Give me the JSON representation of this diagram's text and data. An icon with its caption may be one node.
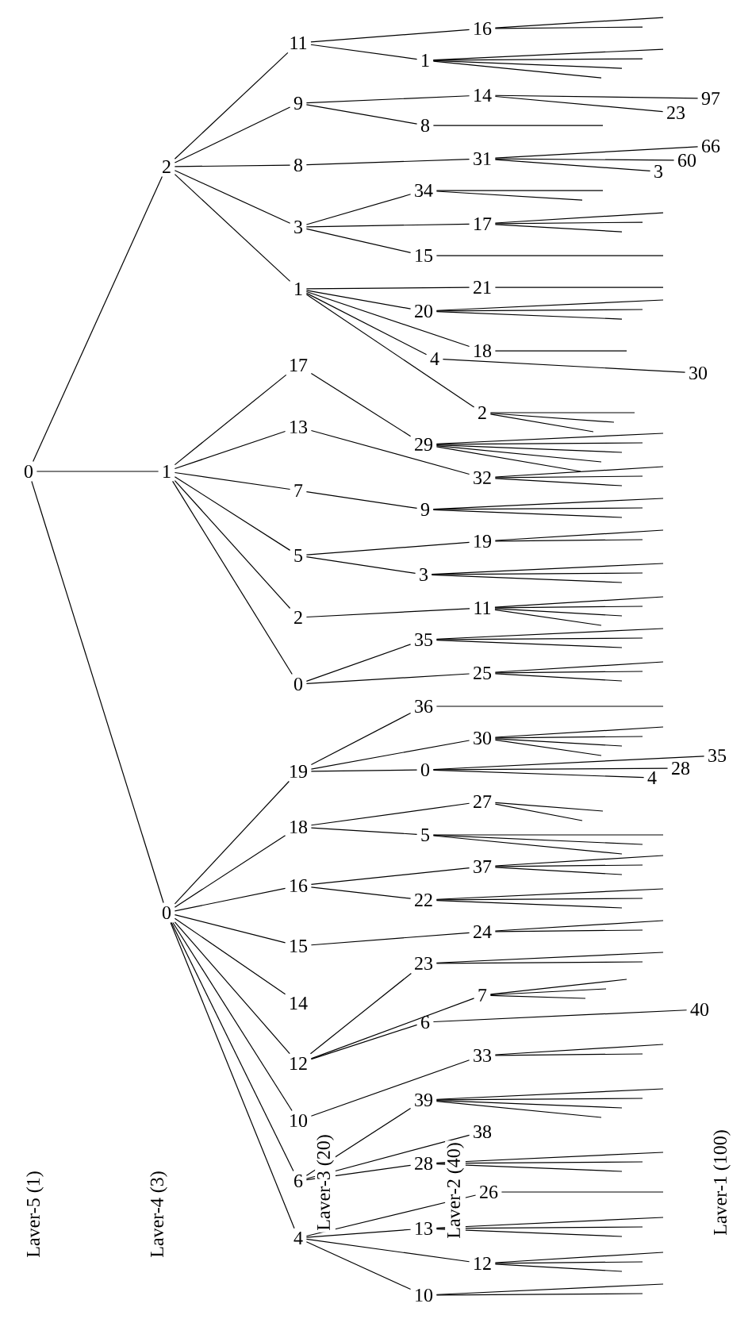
{
  "diagram": {
    "nodes": [
      {
        "text": [
          "0"
        ]
      },
      {
        "text": [
          "2"
        ]
      },
      {
        "text": [
          "1"
        ]
      },
      {
        "text": [
          "0"
        ]
      },
      {
        "text": [
          "11"
        ]
      },
      {
        "text": [
          "9"
        ]
      },
      {
        "text": [
          "8"
        ]
      },
      {
        "text": [
          "3"
        ]
      },
      {
        "text": [
          "1"
        ]
      },
      {
        "text": [
          "17"
        ]
      },
      {
        "text": [
          "13"
        ]
      },
      {
        "text": [
          "7"
        ]
      },
      {
        "text": [
          "5"
        ]
      },
      {
        "text": [
          "2"
        ]
      },
      {
        "text": [
          "0"
        ]
      },
      {
        "text": [
          "19"
        ]
      },
      {
        "text": [
          "18"
        ]
      },
      {
        "text": [
          "16"
        ]
      },
      {
        "text": [
          "15"
        ]
      },
      {
        "text": [
          "14"
        ]
      },
      {
        "text": [
          "12"
        ]
      },
      {
        "text": [
          "10"
        ]
      },
      {
        "text": [
          "6"
        ]
      },
      {
        "text": [
          "4"
        ]
      },
      {
        "text": [
          "16"
        ]
      },
      {
        "text": [
          "1"
        ]
      },
      {
        "text": [
          "14"
        ]
      },
      {
        "text": [
          "8"
        ]
      },
      {
        "text": [
          "31"
        ]
      },
      {
        "text": [
          "34"
        ]
      },
      {
        "text": [
          "17"
        ]
      },
      {
        "text": [
          "15"
        ]
      },
      {
        "text": [
          "21"
        ]
      },
      {
        "text": [
          "20"
        ]
      },
      {
        "text": [
          "18"
        ]
      },
      {
        "text": [
          "4"
        ]
      },
      {
        "text": [
          "2"
        ]
      },
      {
        "text": [
          "29"
        ]
      },
      {
        "text": [
          "32"
        ]
      },
      {
        "text": [
          "9"
        ]
      },
      {
        "text": [
          "19"
        ]
      },
      {
        "text": [
          "3"
        ]
      },
      {
        "text": [
          "11"
        ]
      },
      {
        "text": [
          "35"
        ]
      },
      {
        "text": [
          "25"
        ]
      },
      {
        "text": [
          "36"
        ]
      },
      {
        "text": [
          "30"
        ]
      },
      {
        "text": [
          "0"
        ]
      },
      {
        "text": [
          "27"
        ]
      },
      {
        "text": [
          "5"
        ]
      },
      {
        "text": [
          "37"
        ]
      },
      {
        "text": [
          "22"
        ]
      },
      {
        "text": [
          "24"
        ]
      },
      {
        "text": [
          "23"
        ]
      },
      {
        "text": [
          "7"
        ]
      },
      {
        "text": [
          "6"
        ]
      },
      {
        "text": [
          "33"
        ]
      },
      {
        "text": [
          "39"
        ]
      },
      {
        "text": [
          "38"
        ]
      },
      {
        "text": [
          "28"
        ]
      },
      {
        "text": [
          "26"
        ]
      },
      {
        "text": [
          "13"
        ]
      },
      {
        "text": [
          "12"
        ]
      },
      {
        "text": [
          "10"
        ]
      },
      {
        "text": [
          "97"
        ]
      },
      {
        "text": [
          "23"
        ]
      },
      {
        "text": [
          "66"
        ]
      },
      {
        "text": [
          "60"
        ]
      },
      {
        "text": [
          "3"
        ]
      },
      {
        "text": [
          "30"
        ]
      },
      {
        "text": [
          "35"
        ]
      },
      {
        "text": [
          "28"
        ]
      },
      {
        "text": [
          "4"
        ]
      },
      {
        "text": [
          "40"
        ]
      }
    ],
    "edges": [
      {
        "from": 0,
        "to": 1,
        "arrow": "none"
      },
      {
        "from": 0,
        "to": 2,
        "arrow": "none"
      },
      {
        "from": 0,
        "to": 3,
        "arrow": "none"
      },
      {
        "from": 1,
        "to": 4,
        "arrow": "none"
      },
      {
        "from": 1,
        "to": 5,
        "arrow": "none"
      },
      {
        "from": 1,
        "to": 6,
        "arrow": "none"
      },
      {
        "from": 1,
        "to": 7,
        "arrow": "none"
      },
      {
        "from": 1,
        "to": 8,
        "arrow": "none"
      },
      {
        "from": 2,
        "to": 9,
        "arrow": "none"
      },
      {
        "from": 2,
        "to": 10,
        "arrow": "none"
      },
      {
        "from": 2,
        "to": 11,
        "arrow": "none"
      },
      {
        "from": 2,
        "to": 12,
        "arrow": "none"
      },
      {
        "from": 2,
        "to": 13,
        "arrow": "none"
      },
      {
        "from": 2,
        "to": 14,
        "arrow": "none"
      },
      {
        "from": 3,
        "to": 15,
        "arrow": "none"
      },
      {
        "from": 3,
        "to": 16,
        "arrow": "none"
      },
      {
        "from": 3,
        "to": 17,
        "arrow": "none"
      },
      {
        "from": 3,
        "to": 18,
        "arrow": "none"
      },
      {
        "from": 3,
        "to": 19,
        "arrow": "none"
      },
      {
        "from": 3,
        "to": 20,
        "arrow": "none"
      },
      {
        "from": 3,
        "to": 21,
        "arrow": "none"
      },
      {
        "from": 3,
        "to": 22,
        "arrow": "none"
      },
      {
        "from": 3,
        "to": 23,
        "arrow": "none"
      },
      {
        "from": 4,
        "to": 24,
        "arrow": "none"
      },
      {
        "from": 4,
        "to": 25,
        "arrow": "none"
      },
      {
        "from": 5,
        "to": 26,
        "arrow": "none"
      },
      {
        "from": 5,
        "to": 27,
        "arrow": "none"
      },
      {
        "from": 6,
        "to": 28,
        "arrow": "none"
      },
      {
        "from": 7,
        "to": 29,
        "arrow": "none"
      },
      {
        "from": 7,
        "to": 30,
        "arrow": "none"
      },
      {
        "from": 7,
        "to": 31,
        "arrow": "none"
      },
      {
        "from": 8,
        "to": 32,
        "arrow": "none"
      },
      {
        "from": 8,
        "to": 33,
        "arrow": "none"
      },
      {
        "from": 8,
        "to": 34,
        "arrow": "none"
      },
      {
        "from": 8,
        "to": 35,
        "arrow": "none"
      },
      {
        "from": 8,
        "to": 36,
        "arrow": "none"
      },
      {
        "from": 9,
        "to": 37,
        "arrow": "none"
      },
      {
        "from": 10,
        "to": 38,
        "arrow": "none"
      },
      {
        "from": 11,
        "to": 39,
        "arrow": "none"
      },
      {
        "from": 12,
        "to": 40,
        "arrow": "none"
      },
      {
        "from": 12,
        "to": 41,
        "arrow": "none"
      },
      {
        "from": 13,
        "to": 42,
        "arrow": "none"
      },
      {
        "from": 14,
        "to": 43,
        "arrow": "none"
      },
      {
        "from": 14,
        "to": 44,
        "arrow": "none"
      },
      {
        "from": 15,
        "to": 45,
        "arrow": "none"
      },
      {
        "from": 15,
        "to": 46,
        "arrow": "none"
      },
      {
        "from": 15,
        "to": 47,
        "arrow": "none"
      },
      {
        "from": 16,
        "to": 48,
        "arrow": "none"
      },
      {
        "from": 16,
        "to": 49,
        "arrow": "none"
      },
      {
        "from": 17,
        "to": 50,
        "arrow": "none"
      },
      {
        "from": 17,
        "to": 51,
        "arrow": "none"
      },
      {
        "from": 18,
        "to": 52,
        "arrow": "none"
      },
      {
        "from": 20,
        "to": 53,
        "arrow": "none"
      },
      {
        "from": 20,
        "to": 54,
        "arrow": "none"
      },
      {
        "from": 20,
        "to": 55,
        "arrow": "none"
      },
      {
        "from": 21,
        "to": 56,
        "arrow": "none"
      },
      {
        "from": 22,
        "to": 57,
        "arrow": "none"
      },
      {
        "from": 22,
        "to": 58,
        "arrow": "none"
      },
      {
        "from": 22,
        "to": 59,
        "arrow": "none"
      },
      {
        "from": 23,
        "to": 60,
        "arrow": "none"
      },
      {
        "from": 23,
        "to": 61,
        "arrow": "none"
      },
      {
        "from": 23,
        "to": 62,
        "arrow": "none"
      },
      {
        "from": 23,
        "to": 63,
        "arrow": "none"
      },
      {
        "from": 26,
        "to": 64,
        "arrow": "none"
      },
      {
        "from": 26,
        "to": 65,
        "arrow": "none"
      },
      {
        "from": 28,
        "to": 66,
        "arrow": "none"
      },
      {
        "from": 28,
        "to": 67,
        "arrow": "none"
      },
      {
        "from": 28,
        "to": 68,
        "arrow": "none"
      },
      {
        "from": 35,
        "to": 69,
        "arrow": "none"
      },
      {
        "from": 47,
        "to": 70,
        "arrow": "none"
      },
      {
        "from": 47,
        "to": 71,
        "arrow": "none"
      },
      {
        "from": 47,
        "to": 72,
        "arrow": "none"
      },
      {
        "from": 55,
        "to": 73,
        "arrow": "none"
      },
      {
        "from": 24,
        "to": null,
        "arrow": "none"
      },
      {
        "from": 24,
        "to": null,
        "arrow": "none"
      },
      {
        "from": 25,
        "to": null,
        "arrow": "none"
      },
      {
        "from": 25,
        "to": null,
        "arrow": "none"
      },
      {
        "from": 25,
        "to": null,
        "arrow": "none"
      },
      {
        "from": 25,
        "to": null,
        "arrow": "none"
      },
      {
        "from": 27,
        "to": null,
        "arrow": "none"
      },
      {
        "from": 29,
        "to": null,
        "arrow": "none"
      },
      {
        "from": 29,
        "to": null,
        "arrow": "none"
      },
      {
        "from": 30,
        "to": null,
        "arrow": "none"
      },
      {
        "from": 30,
        "to": null,
        "arrow": "none"
      },
      {
        "from": 30,
        "to": null,
        "arrow": "none"
      },
      {
        "from": 31,
        "to": null,
        "arrow": "none"
      },
      {
        "from": 32,
        "to": null,
        "arrow": "none"
      },
      {
        "from": 33,
        "to": null,
        "arrow": "none"
      },
      {
        "from": 33,
        "to": null,
        "arrow": "none"
      },
      {
        "from": 33,
        "to": null,
        "arrow": "none"
      },
      {
        "from": 34,
        "to": null,
        "arrow": "none"
      },
      {
        "from": 36,
        "to": null,
        "arrow": "none"
      },
      {
        "from": 36,
        "to": null,
        "arrow": "none"
      },
      {
        "from": 36,
        "to": null,
        "arrow": "none"
      },
      {
        "from": 37,
        "to": null,
        "arrow": "none"
      },
      {
        "from": 37,
        "to": null,
        "arrow": "none"
      },
      {
        "from": 37,
        "to": null,
        "arrow": "none"
      },
      {
        "from": 37,
        "to": null,
        "arrow": "none"
      },
      {
        "from": 37,
        "to": null,
        "arrow": "none"
      },
      {
        "from": 38,
        "to": null,
        "arrow": "none"
      },
      {
        "from": 38,
        "to": null,
        "arrow": "none"
      },
      {
        "from": 38,
        "to": null,
        "arrow": "none"
      },
      {
        "from": 39,
        "to": null,
        "arrow": "none"
      },
      {
        "from": 39,
        "to": null,
        "arrow": "none"
      },
      {
        "from": 39,
        "to": null,
        "arrow": "none"
      },
      {
        "from": 40,
        "to": null,
        "arrow": "none"
      },
      {
        "from": 40,
        "to": null,
        "arrow": "none"
      },
      {
        "from": 41,
        "to": null,
        "arrow": "none"
      },
      {
        "from": 41,
        "to": null,
        "arrow": "none"
      },
      {
        "from": 41,
        "to": null,
        "arrow": "none"
      },
      {
        "from": 42,
        "to": null,
        "arrow": "none"
      },
      {
        "from": 42,
        "to": null,
        "arrow": "none"
      },
      {
        "from": 42,
        "to": null,
        "arrow": "none"
      },
      {
        "from": 42,
        "to": null,
        "arrow": "none"
      },
      {
        "from": 43,
        "to": null,
        "arrow": "none"
      },
      {
        "from": 43,
        "to": null,
        "arrow": "none"
      },
      {
        "from": 43,
        "to": null,
        "arrow": "none"
      },
      {
        "from": 44,
        "to": null,
        "arrow": "none"
      },
      {
        "from": 44,
        "to": null,
        "arrow": "none"
      },
      {
        "from": 44,
        "to": null,
        "arrow": "none"
      },
      {
        "from": 45,
        "to": null,
        "arrow": "none"
      },
      {
        "from": 46,
        "to": null,
        "arrow": "none"
      },
      {
        "from": 46,
        "to": null,
        "arrow": "none"
      },
      {
        "from": 46,
        "to": null,
        "arrow": "none"
      },
      {
        "from": 46,
        "to": null,
        "arrow": "none"
      },
      {
        "from": 48,
        "to": null,
        "arrow": "none"
      },
      {
        "from": 48,
        "to": null,
        "arrow": "none"
      },
      {
        "from": 49,
        "to": null,
        "arrow": "none"
      },
      {
        "from": 49,
        "to": null,
        "arrow": "none"
      },
      {
        "from": 49,
        "to": null,
        "arrow": "none"
      },
      {
        "from": 50,
        "to": null,
        "arrow": "none"
      },
      {
        "from": 50,
        "to": null,
        "arrow": "none"
      },
      {
        "from": 50,
        "to": null,
        "arrow": "none"
      },
      {
        "from": 51,
        "to": null,
        "arrow": "none"
      },
      {
        "from": 51,
        "to": null,
        "arrow": "none"
      },
      {
        "from": 51,
        "to": null,
        "arrow": "none"
      },
      {
        "from": 52,
        "to": null,
        "arrow": "none"
      },
      {
        "from": 52,
        "to": null,
        "arrow": "none"
      },
      {
        "from": 53,
        "to": null,
        "arrow": "none"
      },
      {
        "from": 53,
        "to": null,
        "arrow": "none"
      },
      {
        "from": 54,
        "to": null,
        "arrow": "none"
      },
      {
        "from": 54,
        "to": null,
        "arrow": "none"
      },
      {
        "from": 54,
        "to": null,
        "arrow": "none"
      },
      {
        "from": 56,
        "to": null,
        "arrow": "none"
      },
      {
        "from": 56,
        "to": null,
        "arrow": "none"
      },
      {
        "from": 57,
        "to": null,
        "arrow": "none"
      },
      {
        "from": 57,
        "to": null,
        "arrow": "none"
      },
      {
        "from": 57,
        "to": null,
        "arrow": "none"
      },
      {
        "from": 57,
        "to": null,
        "arrow": "none"
      },
      {
        "from": 59,
        "to": null,
        "arrow": "none"
      },
      {
        "from": 59,
        "to": null,
        "arrow": "none"
      },
      {
        "from": 59,
        "to": null,
        "arrow": "none"
      },
      {
        "from": 60,
        "to": null,
        "arrow": "none"
      },
      {
        "from": 61,
        "to": null,
        "arrow": "none"
      },
      {
        "from": 61,
        "to": null,
        "arrow": "none"
      },
      {
        "from": 61,
        "to": null,
        "arrow": "none"
      },
      {
        "from": 62,
        "to": null,
        "arrow": "none"
      },
      {
        "from": 62,
        "to": null,
        "arrow": "none"
      },
      {
        "from": 62,
        "to": null,
        "arrow": "none"
      },
      {
        "from": 63,
        "to": null,
        "arrow": "none"
      },
      {
        "from": 63,
        "to": null,
        "arrow": "none"
      }
    ],
    "labels": [
      "Laver-5 (1)",
      "Laver-4 (3)",
      "Laver-3 (20)",
      "Laver-2 (40)",
      "Laver-1 (100)"
    ]
  }
}
